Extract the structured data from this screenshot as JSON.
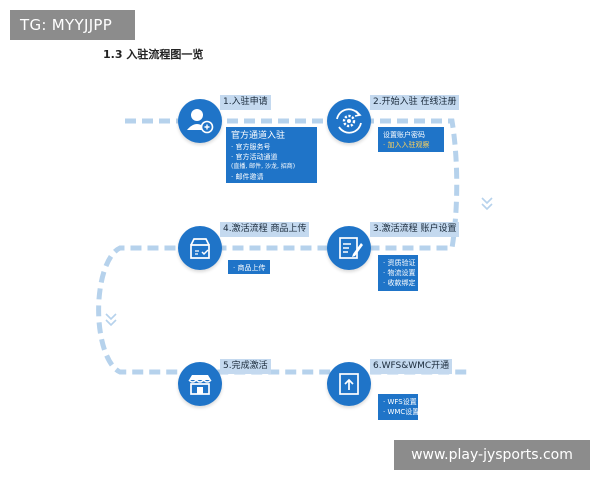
{
  "watermark_top": "TG: MYYJJPP",
  "watermark_bottom": "www.play-jysports.com",
  "title": "1.3 入驻流程图一览",
  "steps": [
    {
      "label": "1.入驻申请",
      "icon": "add-user-icon",
      "lines": [
        "官方通道入驻",
        "· 官方服务号",
        "· 官方活动通道",
        "(直播, 邮件, 沙龙, 招商)",
        "· 邮件邀请"
      ]
    },
    {
      "label": "2.开始入驻 在线注册",
      "icon": "gear-cycle-icon",
      "lines": [
        "设置账户密码",
        "· 加入入驻观察"
      ]
    },
    {
      "label": "3.激活流程 账户设置",
      "icon": "edit-document-icon",
      "lines": [
        "· 资质验证",
        "· 物流设置",
        "· 收款绑定"
      ]
    },
    {
      "label": "4.激活流程 商品上传",
      "icon": "storage-box-icon",
      "lines": [
        "· 商品上传"
      ]
    },
    {
      "label": "5.完成激活",
      "icon": "storefront-icon",
      "lines": []
    },
    {
      "label": "6.WFS&WMC开通",
      "icon": "upload-icon",
      "lines": [
        "· WFS设置",
        "· WMC设置"
      ]
    }
  ],
  "colors": {
    "primary": "#1f74c8",
    "path": "#b6d2ec",
    "label_bg": "#c4d9ef",
    "highlight": "#ffd35a"
  }
}
